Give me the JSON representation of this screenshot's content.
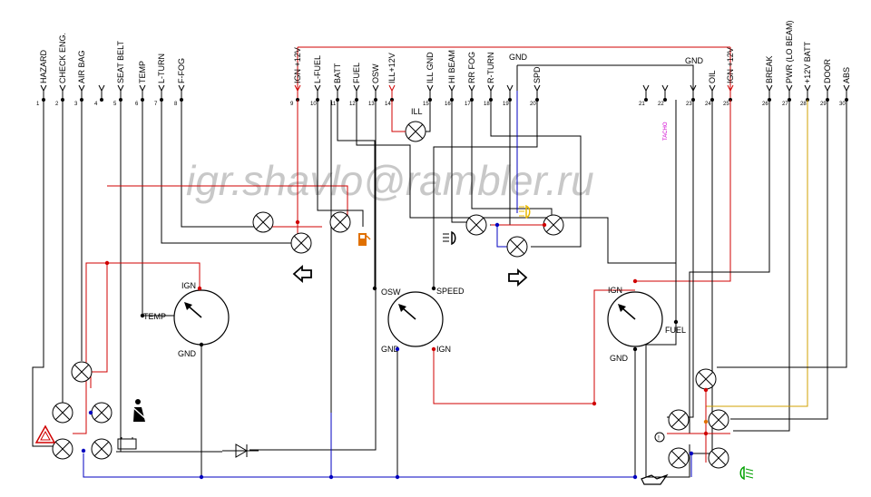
{
  "watermark": "igr.shavlo@rambler.ru",
  "colors": {
    "wire": "#000000",
    "power": "#d00000",
    "ground": "#0000c0",
    "batt": "#d0a000"
  },
  "pins": [
    {
      "num": "1",
      "label": "HAZARD"
    },
    {
      "num": "2",
      "label": "CHECK ENG."
    },
    {
      "num": "3",
      "label": "AIR BAG"
    },
    {
      "num": "4",
      "label": ""
    },
    {
      "num": "5",
      "label": "SEAT BELT"
    },
    {
      "num": "6",
      "label": "TEMP"
    },
    {
      "num": "7",
      "label": "L-TURN"
    },
    {
      "num": "8",
      "label": "F-FOG"
    },
    {
      "num": "9",
      "label": "IGN +12V"
    },
    {
      "num": "10",
      "label": "L-FUEL"
    },
    {
      "num": "11",
      "label": "BATT"
    },
    {
      "num": "12",
      "label": "FUEL"
    },
    {
      "num": "13",
      "label": "OSW"
    },
    {
      "num": "14",
      "label": "ILL+12V"
    },
    {
      "num": "15",
      "label": "ILL GND"
    },
    {
      "num": "16",
      "label": "HI BEAM"
    },
    {
      "num": "17",
      "label": "RR FOG"
    },
    {
      "num": "18",
      "label": "R-TURN"
    },
    {
      "num": "19",
      "label": ""
    },
    {
      "num": "20",
      "label": "SPD"
    },
    {
      "num": "21",
      "label": ""
    },
    {
      "num": "22",
      "label": ""
    },
    {
      "num": "23",
      "label": ""
    },
    {
      "num": "24",
      "label": "OIL"
    },
    {
      "num": "25",
      "label": "IGN +12V"
    },
    {
      "num": "26",
      "label": "BREAK"
    },
    {
      "num": "27",
      "label": "PWR (LO BEAM)"
    },
    {
      "num": "28",
      "label": "+12V BATT"
    },
    {
      "num": "29",
      "label": "DOOR"
    },
    {
      "num": "30",
      "label": "ABS"
    }
  ],
  "labels": {
    "gnd_top": "GND",
    "gnd_right": "GND",
    "tacho": "TACHO",
    "ill": "ILL"
  },
  "gauges": {
    "temp": {
      "ign": "IGN",
      "name": "TEMP",
      "gnd": "GND"
    },
    "speed": {
      "osw": "OSW",
      "name": "SPEED",
      "gnd": "GND",
      "ign": "IGN"
    },
    "fuel": {
      "ign": "IGN",
      "name": "FUEL",
      "gnd": "GND"
    }
  },
  "icons": [
    "hazard-icon",
    "check-engine-icon",
    "seatbelt-icon",
    "battery-icon",
    "diode-icon",
    "fuel-pump-icon",
    "left-turn-icon",
    "right-turn-icon",
    "rear-fog-icon",
    "high-beam-icon",
    "brake-icon",
    "oil-can-icon",
    "low-beam-icon"
  ]
}
